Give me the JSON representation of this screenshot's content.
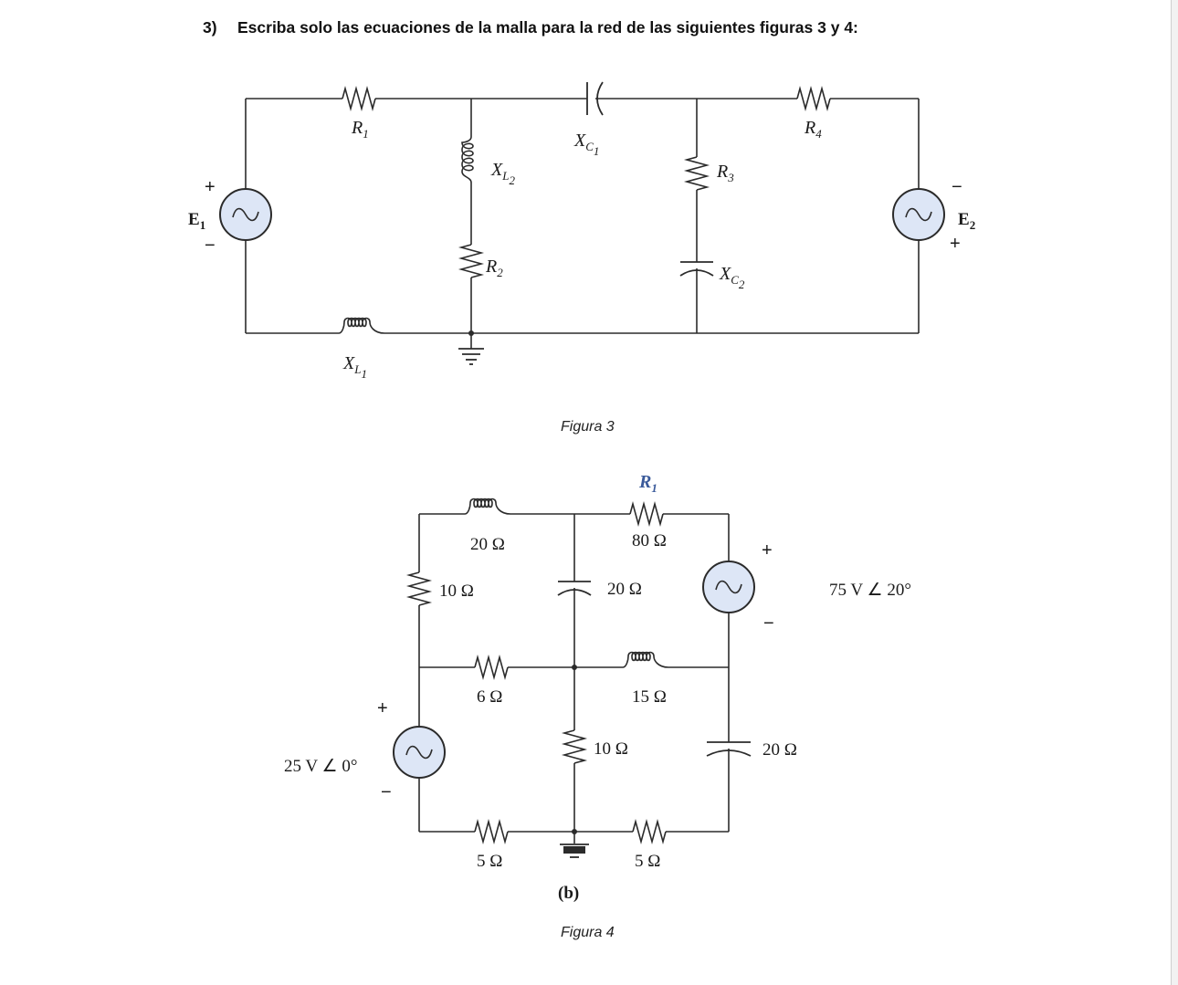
{
  "question": {
    "number": "3)",
    "text": "Escriba solo las ecuaciones de la malla para la red de las siguientes figuras 3 y 4:"
  },
  "figure3": {
    "caption": "Figura 3",
    "labels": {
      "R1": "R",
      "R1_sub": "1",
      "XC1": "X",
      "XC1_sub": "C",
      "XC1_subsub": "1",
      "R4": "R",
      "R4_sub": "4",
      "XL2": "X",
      "XL2_sub": "L",
      "XL2_subsub": "2",
      "R2": "R",
      "R2_sub": "2",
      "R3": "R",
      "R3_sub": "3",
      "XC2": "X",
      "XC2_sub": "C",
      "XC2_subsub": "2",
      "XL1": "X",
      "XL1_sub": "L",
      "XL1_subsub": "1",
      "E1": "E",
      "E1_sub": "1",
      "E2": "E",
      "E2_sub": "2",
      "plus": "+",
      "minus": "−"
    }
  },
  "figure4": {
    "caption": "Figura 4",
    "subcaption": "(b)",
    "labels": {
      "R1": "R",
      "R1_sub": "1",
      "l_top": "20 Ω",
      "r_top": "80 Ω",
      "r_left": "10 Ω",
      "c_mid": "20 Ω",
      "r_mid": "6 Ω",
      "l_mid": "15 Ω",
      "r_center": "10 Ω",
      "c_right": "20 Ω",
      "r_bl": "5 Ω",
      "r_br": "5 Ω",
      "src_left": "25 V ∠ 0°",
      "src_right": "75 V ∠ 20°",
      "plus": "+",
      "minus": "−"
    }
  },
  "colors": {
    "source_fill": "#dde6f6",
    "r1_blue": "#3a5a9a",
    "wire": "#2b2b2b"
  }
}
